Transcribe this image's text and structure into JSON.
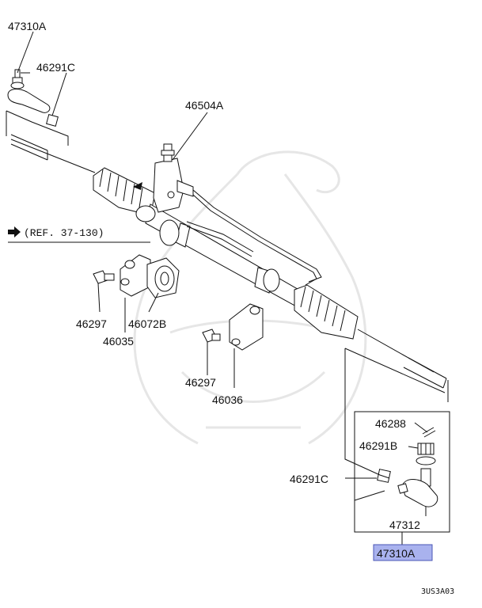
{
  "labels": {
    "l_47310a_top": "47310A",
    "l_46291c_top": "46291C",
    "l_46504a": "46504A",
    "l_ref": "(REF. 37-130)",
    "l_46297_left": "46297",
    "l_46072b": "46072B",
    "l_46035": "46035",
    "l_46297_mid": "46297",
    "l_46036": "46036",
    "l_46288": "46288",
    "l_46291b": "46291B",
    "l_46291c_bottom": "46291C",
    "l_47312": "47312",
    "l_47310a_bottom": "47310A",
    "l_code": "3US3A03"
  },
  "colors": {
    "highlight": "#a9b2ee",
    "highlight_border": "#4a55b5",
    "ink": "#111111",
    "watermark": "#e6e6e6"
  },
  "icons": {
    "ref_arrow": "right-arrow-icon"
  }
}
